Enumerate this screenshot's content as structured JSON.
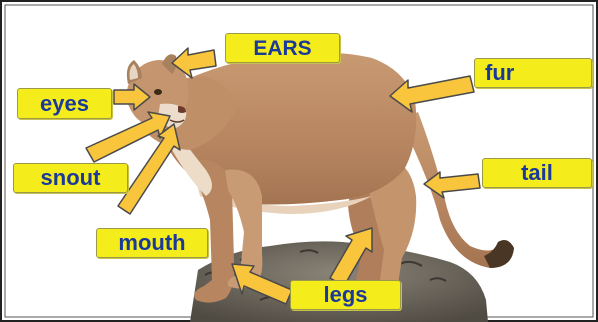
{
  "labels": {
    "ears": "EARS",
    "eyes": "eyes",
    "fur": "fur",
    "snout": "snout",
    "tail": "tail",
    "mouth": "mouth",
    "legs": "legs"
  },
  "colors": {
    "label_fill": "#f5ec1c",
    "label_text": "#1a3a9a",
    "arrow_fill": "#f9c53c",
    "arrow_stroke": "#4a4a4a",
    "animal_coat": "#c0926a",
    "ground": "#6c665a"
  }
}
